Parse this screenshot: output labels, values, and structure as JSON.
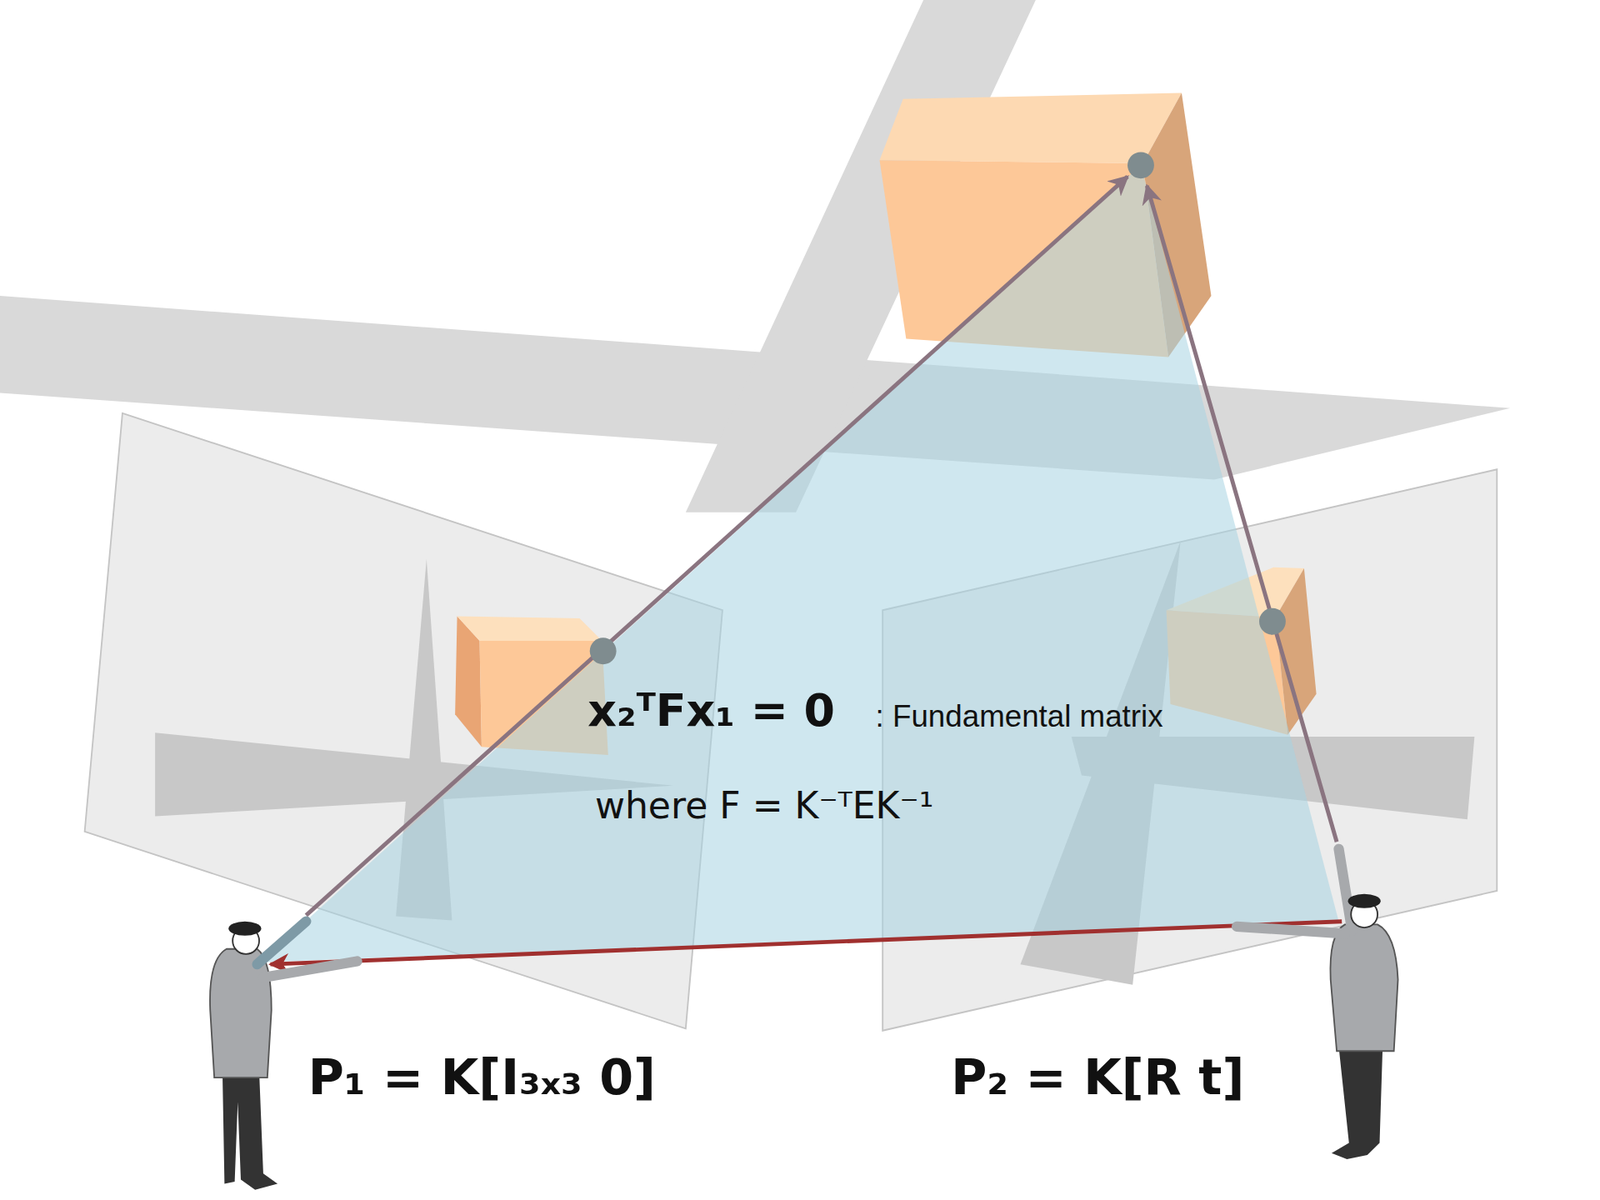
{
  "diagram": {
    "labels": [
      "x₂ᵀFx₁ = 0",
      ": Fundamental matrix",
      "where F = K⁻ᵀEK⁻¹",
      "P₁ = K[I₃ₓ₃ 0]",
      "P₂ = K[R t]"
    ]
  }
}
